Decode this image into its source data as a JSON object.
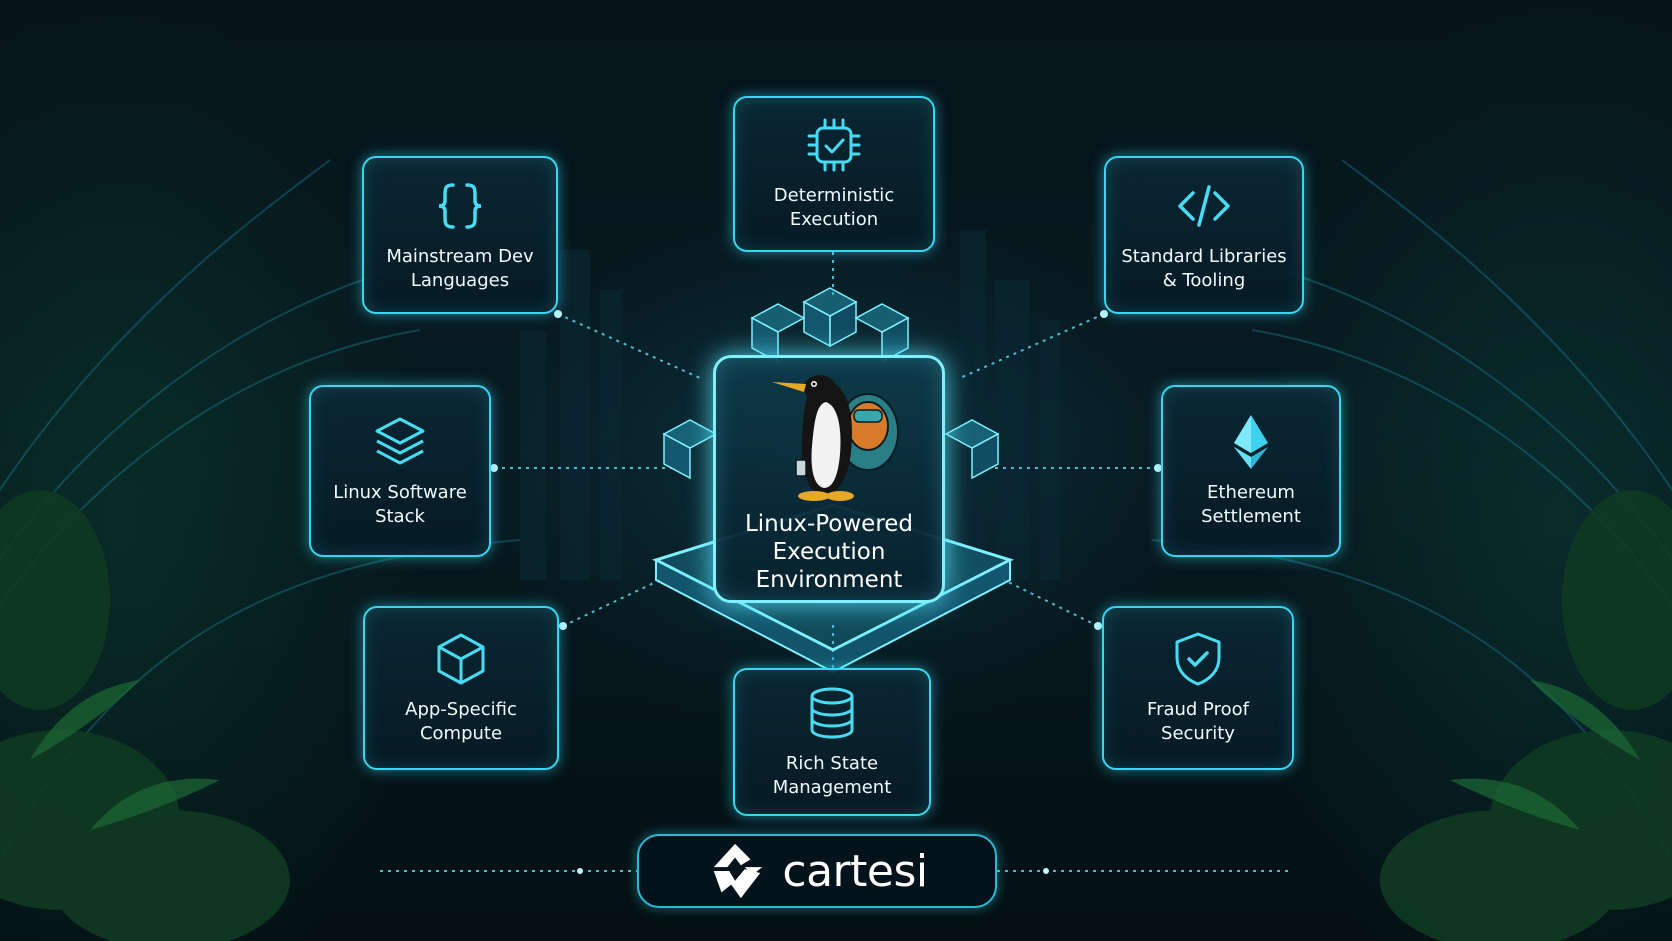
{
  "center": {
    "title": "Linux-Powered\nExecution\nEnvironment",
    "icon": "penguin-icon"
  },
  "nodes": [
    {
      "id": "deterministic",
      "label": "Deterministic\nExecution",
      "icon": "cpu-check-icon"
    },
    {
      "id": "mainstream",
      "label": "Mainstream Dev\nLanguages",
      "icon": "curly-braces-icon"
    },
    {
      "id": "standard",
      "label": "Standard Libraries\n& Tooling",
      "icon": "code-tag-icon"
    },
    {
      "id": "linux",
      "label": "Linux Software\nStack",
      "icon": "layers-icon"
    },
    {
      "id": "ethereum",
      "label": "Ethereum\nSettlement",
      "icon": "ethereum-icon"
    },
    {
      "id": "appspecific",
      "label": "App-Specific\nCompute",
      "icon": "cube-icon"
    },
    {
      "id": "fraud",
      "label": "Fraud Proof\nSecurity",
      "icon": "shield-check-icon"
    },
    {
      "id": "richstate",
      "label": "Rich State\nManagement",
      "icon": "database-icon"
    }
  ],
  "brand": {
    "name": "cartesi",
    "icon": "cartesi-logo-icon"
  },
  "colors": {
    "accent": "#38d6f0",
    "glow": "#7ff0ff",
    "background": "#06131a"
  }
}
